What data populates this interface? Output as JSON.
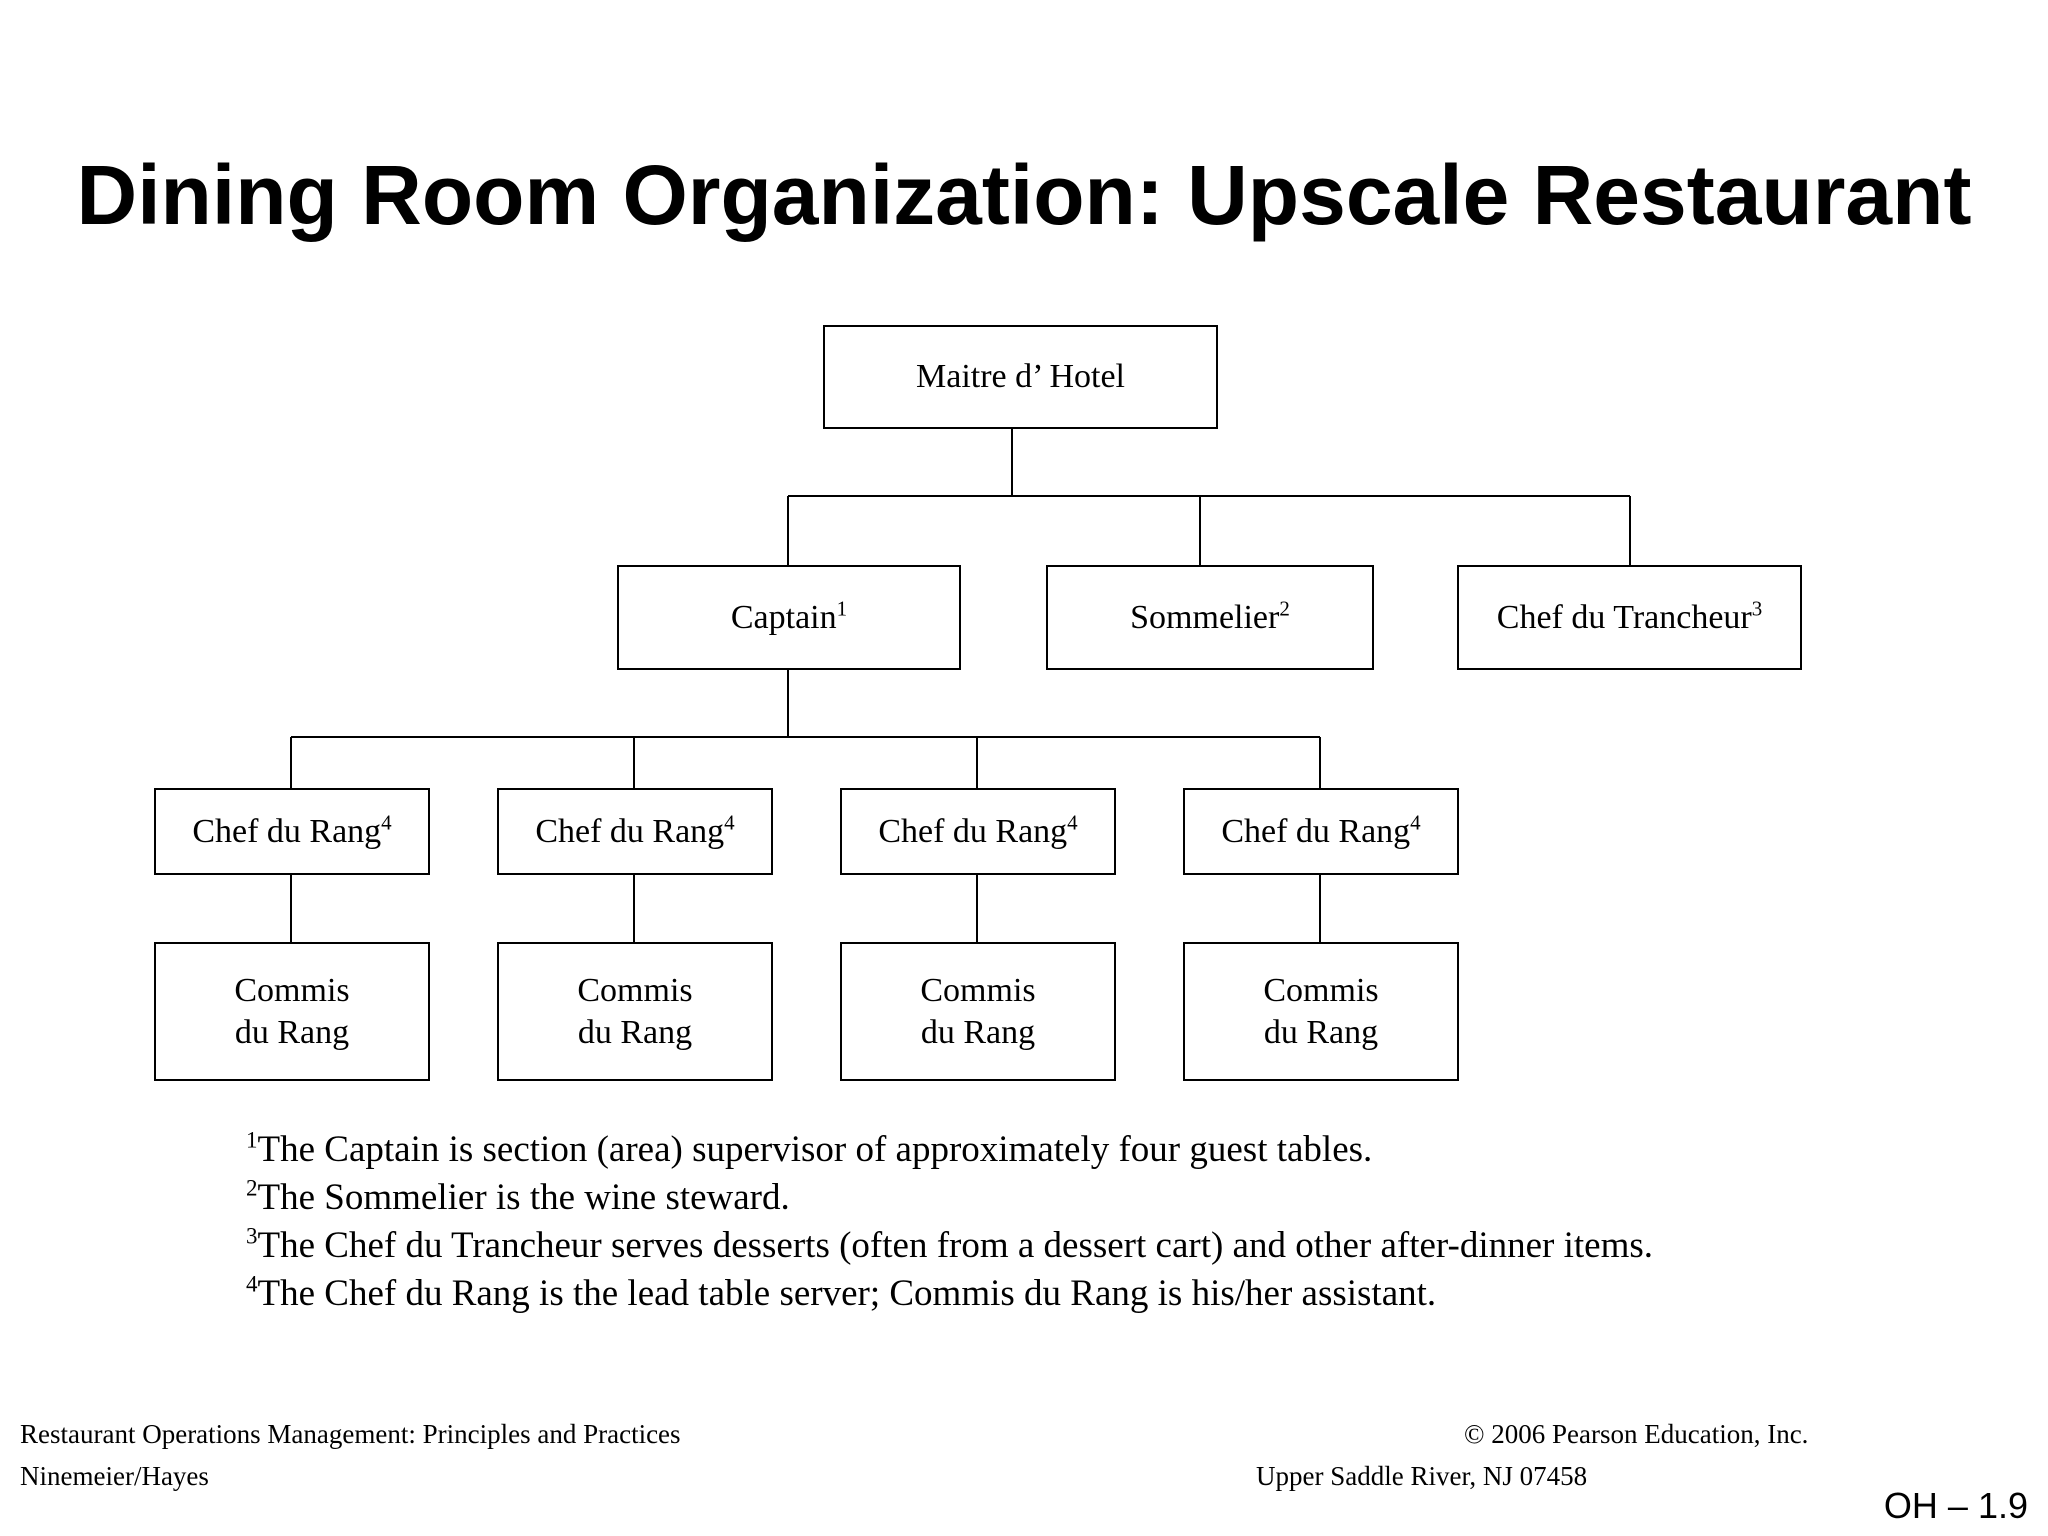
{
  "title": "Dining Room Organization: Upscale Restaurant",
  "chart": {
    "maitre": "Maitre d’ Hotel",
    "captain": {
      "label": "Captain",
      "note": "1"
    },
    "sommelier": {
      "label": "Sommelier",
      "note": "2"
    },
    "trancheur": {
      "label": "Chef du Trancheur",
      "note": "3"
    },
    "rang": [
      {
        "label": "Chef du Rang",
        "note": "4"
      },
      {
        "label": "Chef du Rang",
        "note": "4"
      },
      {
        "label": "Chef du Rang",
        "note": "4"
      },
      {
        "label": "Chef du Rang",
        "note": "4"
      }
    ],
    "commis": [
      {
        "line1": "Commis",
        "line2": "du Rang"
      },
      {
        "line1": "Commis",
        "line2": "du Rang"
      },
      {
        "line1": "Commis",
        "line2": "du Rang"
      },
      {
        "line1": "Commis",
        "line2": "du Rang"
      }
    ]
  },
  "footnotes": [
    {
      "num": "1",
      "text": "The Captain is section (area) supervisor of approximately four guest tables."
    },
    {
      "num": "2",
      "text": "The Sommelier is the wine steward."
    },
    {
      "num": "3",
      "text": "The Chef du Trancheur serves desserts (often from a dessert cart) and other after-dinner items."
    },
    {
      "num": "4",
      "text": "The Chef du Rang is the lead table server; Commis du Rang is his/her assistant."
    }
  ],
  "footer": {
    "book": "Restaurant Operations Management: Principles and Practices",
    "authors": "Ninemeier/Hayes",
    "copyright": "© 2006 Pearson Education, Inc.",
    "address": "Upper Saddle River, NJ 07458",
    "slide_id": "OH – 1.9"
  }
}
